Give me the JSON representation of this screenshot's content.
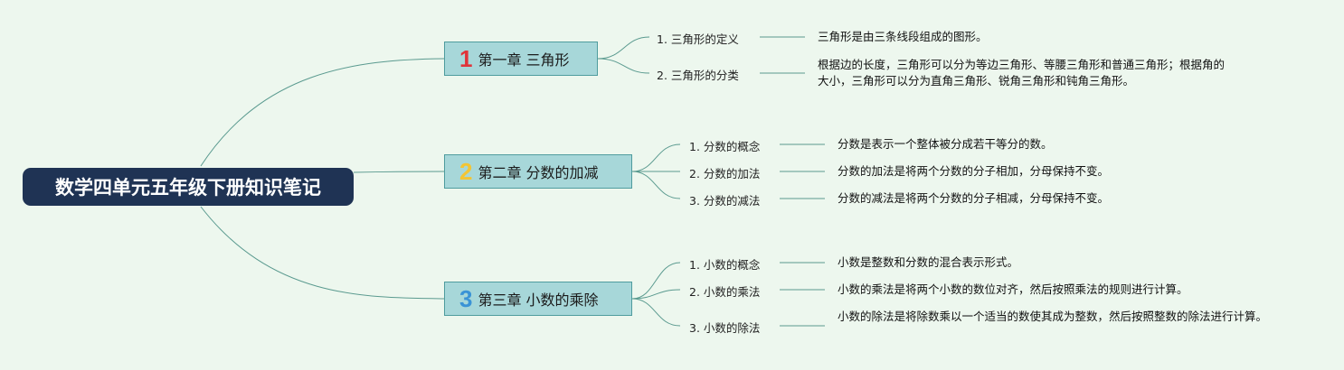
{
  "title": "数学四单元五年级下册知识笔记",
  "colors": {
    "root_bg": "#1f3354",
    "chapter_bg": "#a7d7d9",
    "line": "#5a9a8f",
    "num1": "#e0343a",
    "num2": "#f3c534",
    "num3": "#3a93d6"
  },
  "chapters": [
    {
      "num": "1",
      "label": "第一章 三角形",
      "topics": [
        {
          "label": "1. 三角形的定义",
          "desc": "三角形是由三条线段组成的图形。"
        },
        {
          "label": "2. 三角形的分类",
          "desc": "根据边的长度，三角形可以分为等边三角形、等腰三角形和普通三角形；根据角的大小，三角形可以分为直角三角形、锐角三角形和钝角三角形。"
        }
      ]
    },
    {
      "num": "2",
      "label": "第二章 分数的加减",
      "topics": [
        {
          "label": "1. 分数的概念",
          "desc": "分数是表示一个整体被分成若干等分的数。"
        },
        {
          "label": "2. 分数的加法",
          "desc": "分数的加法是将两个分数的分子相加，分母保持不变。"
        },
        {
          "label": "3. 分数的减法",
          "desc": "分数的减法是将两个分数的分子相减，分母保持不变。"
        }
      ]
    },
    {
      "num": "3",
      "label": "第三章 小数的乘除",
      "topics": [
        {
          "label": "1. 小数的概念",
          "desc": "小数是整数和分数的混合表示形式。"
        },
        {
          "label": "2. 小数的乘法",
          "desc": "小数的乘法是将两个小数的数位对齐，然后按照乘法的规则进行计算。"
        },
        {
          "label": "3. 小数的除法",
          "desc": "小数的除法是将除数乘以一个适当的数使其成为整数，然后按照整数的除法进行计算。"
        }
      ]
    }
  ]
}
